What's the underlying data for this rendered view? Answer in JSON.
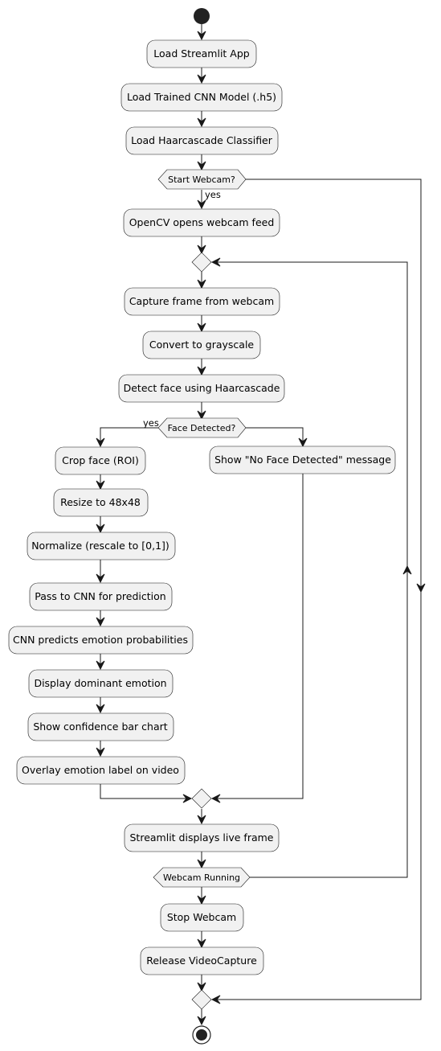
{
  "diagram": {
    "start_label": "",
    "nodes": {
      "load_app": "Load Streamlit App",
      "load_model": "Load Trained CNN Model (.h5)",
      "load_haar": "Load Haarcascade Classifier",
      "open_webcam": "OpenCV opens webcam feed",
      "capture": "Capture frame from webcam",
      "grayscale": "Convert to grayscale",
      "detect": "Detect face using Haarcascade",
      "crop": "Crop face (ROI)",
      "resize": "Resize to 48x48",
      "normalize": "Normalize (rescale to [0,1])",
      "pass_cnn": "Pass to CNN for prediction",
      "predict": "CNN predicts emotion probabilities",
      "display": "Display dominant emotion",
      "chart": "Show confidence bar chart",
      "overlay": "Overlay emotion label on video",
      "no_face": "Show \"No Face Detected\" message",
      "live_frame": "Streamlit displays live frame",
      "stop": "Stop Webcam",
      "release": "Release VideoCapture"
    },
    "decisions": {
      "start_webcam": "Start Webcam?",
      "face_detected": "Face Detected?",
      "webcam_running": "Webcam Running"
    },
    "edge_labels": {
      "start_yes": "yes",
      "face_yes": "yes"
    }
  }
}
